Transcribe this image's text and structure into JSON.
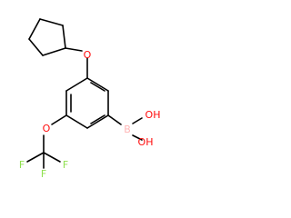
{
  "molecule": {
    "atoms": {
      "ether_oxygen_top": {
        "symbol": "O",
        "color": "#ff0d0d"
      },
      "ether_oxygen_bottom": {
        "symbol": "O",
        "color": "#ff0d0d"
      },
      "boron": {
        "symbol": "B",
        "color": "#ffb5b5"
      },
      "hydroxyl_1": {
        "symbol": "OH",
        "color": "#ff0d0d"
      },
      "hydroxyl_2": {
        "symbol": "OH",
        "color": "#ff0d0d"
      },
      "fluorine_1": {
        "symbol": "F",
        "color": "#90e050"
      },
      "fluorine_2": {
        "symbol": "F",
        "color": "#90e050"
      },
      "fluorine_3": {
        "symbol": "F",
        "color": "#90e050"
      }
    },
    "bond_color": "#000000",
    "background": "#ffffff"
  }
}
